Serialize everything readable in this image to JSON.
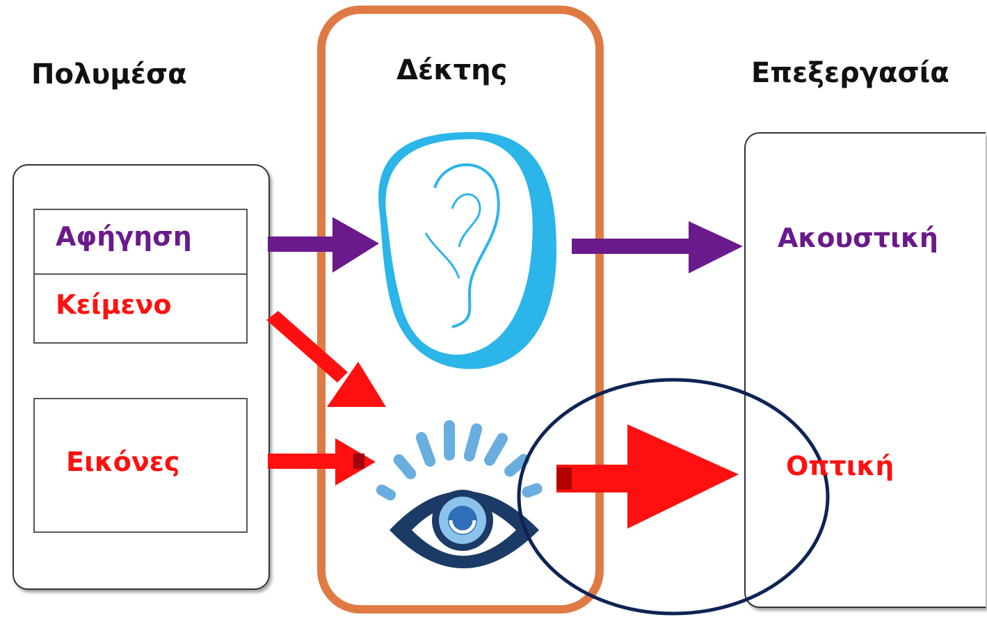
{
  "headings": {
    "media": "Πολυμέσα",
    "receiver": "Δέκτης",
    "processing": "Επεξεργασία"
  },
  "media_items": {
    "narration": "Αφήγηση",
    "text": "Κείμενο",
    "images": "Εικόνες"
  },
  "processing_items": {
    "auditory": "Ακουστική",
    "visual": "Οπτική"
  },
  "receptors": {
    "ear": "ear-icon",
    "eye": "eye-icon"
  },
  "colors": {
    "narration": "#6a1a8a",
    "red": "#ff1010",
    "receiver_border": "#e07a45",
    "ear_blue": "#2bb5e8",
    "eye_navy": "#1c3a66",
    "eye_light": "#6aaee0",
    "highlight_ring": "#0f2355"
  }
}
